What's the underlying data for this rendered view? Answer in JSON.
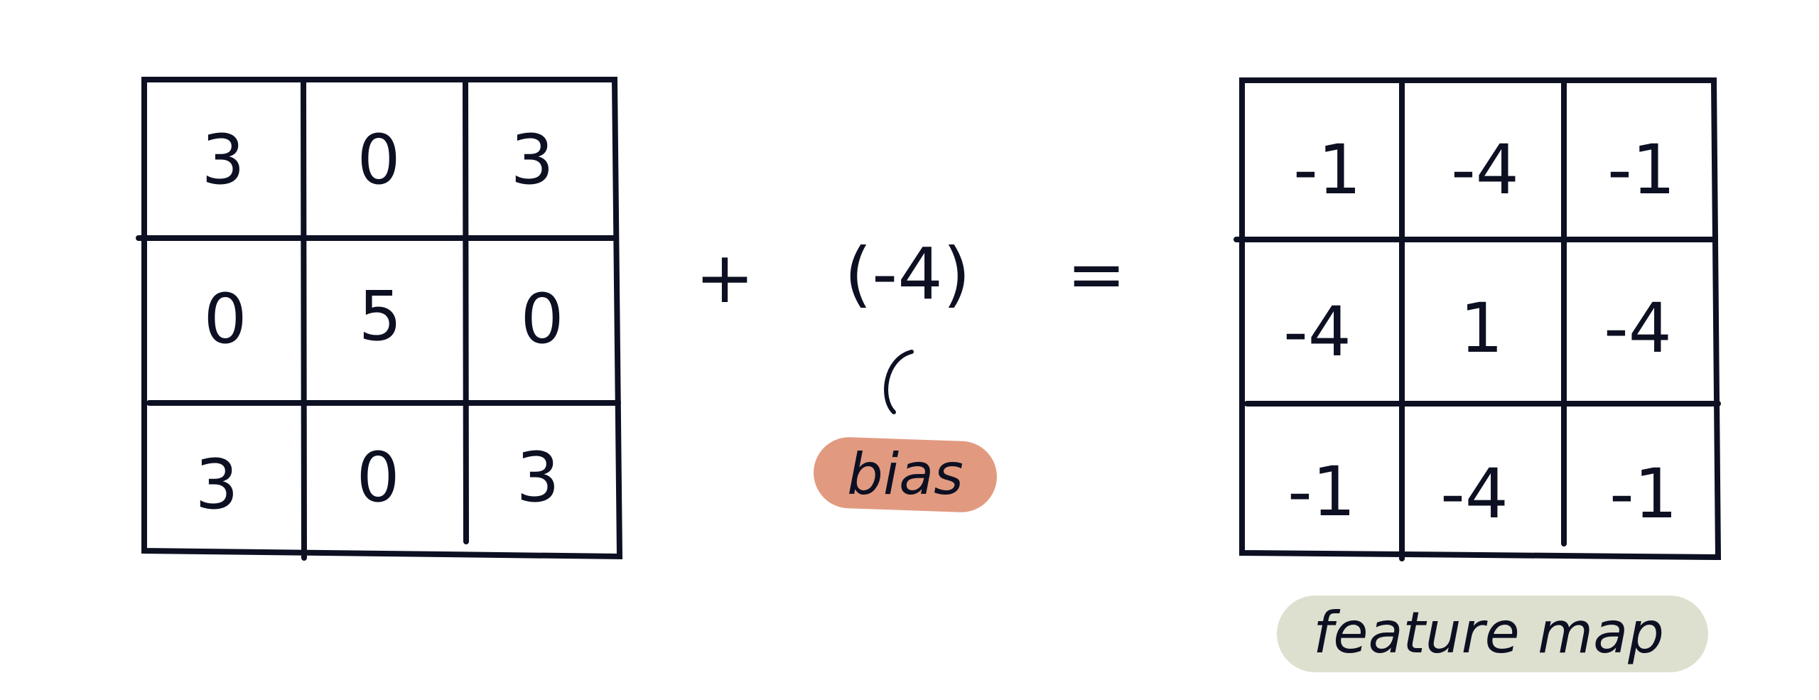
{
  "input_matrix": {
    "rows": [
      [
        "3",
        "0",
        "3"
      ],
      [
        "0",
        "5",
        "0"
      ],
      [
        "3",
        "0",
        "3"
      ]
    ]
  },
  "plus_sign": "+",
  "bias_value": "(-4)",
  "bias_label": "bias",
  "equals_sign": "=",
  "feature_map": {
    "rows": [
      [
        "-1",
        "-4",
        "-1"
      ],
      [
        "-4",
        "1",
        "-4"
      ],
      [
        "-1",
        "-4",
        "-1"
      ]
    ],
    "label": "feature map"
  },
  "colors": {
    "ink": "#0d1022",
    "bias_highlight": "#e19a80",
    "feature_map_highlight": "#dee0cf"
  }
}
